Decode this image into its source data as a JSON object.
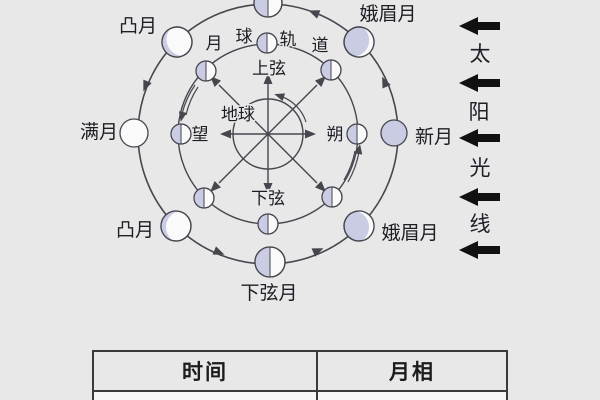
{
  "colors": {
    "background": "#e8e8e8",
    "moon_shade": "#c9cce3",
    "moon_light": "#fafafa",
    "line": "#46464e",
    "sun_arrow": "#111111",
    "table_border": "#3a3a3a"
  },
  "diagram": {
    "earth_label": "地球",
    "orbit_label": {
      "c1": "月",
      "c2": "球",
      "c3": "轨",
      "c4": "道"
    },
    "positions": {
      "first_quarter": "上弦",
      "last_quarter": "下弦",
      "full": "望",
      "new": "朔"
    },
    "phases": {
      "gibbous_upper": "凸月",
      "crescent_upper": "娥眉月",
      "full": "满月",
      "new": "新月",
      "gibbous_lower": "凸月",
      "crescent_lower": "娥眉月",
      "last_quarter_moon": "下弦月"
    },
    "sunlight": {
      "c1": "太",
      "c2": "阳",
      "c3": "光",
      "c4": "线"
    }
  },
  "table": {
    "header_time": "时间",
    "header_phase": "月相"
  }
}
